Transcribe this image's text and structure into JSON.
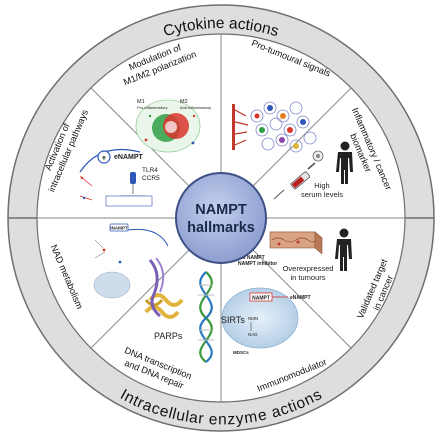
{
  "diagram": {
    "center": {
      "line1": "NAMPT",
      "line2": "hallmarks"
    },
    "top_ring_title": "Cytokine actions",
    "bottom_ring_title": "Intracellular enzyme actions",
    "segments": {
      "modulation": {
        "line1": "Modulation of",
        "line2": "M1/M2 polarization"
      },
      "protumoural": {
        "line1": "Pro-tumoural signals"
      },
      "inflammatory": {
        "line1": "Inflammatory / cancer",
        "line2": "biomarker"
      },
      "validated": {
        "line1": "Validated target",
        "line2": "in cancer"
      },
      "immuno": {
        "line1": "Immunomodulator"
      },
      "dna": {
        "line1": "DNA transcription",
        "line2": "and DNA repair"
      },
      "nad": {
        "line1": "NAD metabolism"
      },
      "activation": {
        "line1": "Activation of",
        "line2": "intracellular pathways"
      }
    },
    "inner": {
      "m1": "M1",
      "m1_sub": "Pro-inflammatory",
      "m2": "M2",
      "m2_sub": "Anti-inflammatory",
      "enampt": "eNAMPT",
      "tlr4": "TLR4",
      "ccr5": "CCR5",
      "high": "High",
      "serum": "serum levels",
      "overexpressed": "Overexpressed",
      "in_tumours": "in tumours",
      "ko1": "KO NAMPT",
      "ko2": "NAMPT inhibitor",
      "nampt_small": "NAMPT",
      "enampt_small": "eNAMPT",
      "mdscs": "MDSCs",
      "nad_small": "NAD",
      "nmn_small": "NMN",
      "parps": "PARPs",
      "sirts": "SIRTs",
      "inampt": "iNAMPT"
    }
  },
  "colors": {
    "ring": "#dcdcdc",
    "ring_stroke": "#7a7a7a",
    "divider": "#8a8a8a",
    "center_fill": "#aab8dd",
    "center_stroke": "#3d4f85",
    "accent_red": "#d9342b",
    "accent_blue": "#2c56b8",
    "accent_green": "#2f9e44",
    "gold": "#e2b33a"
  }
}
